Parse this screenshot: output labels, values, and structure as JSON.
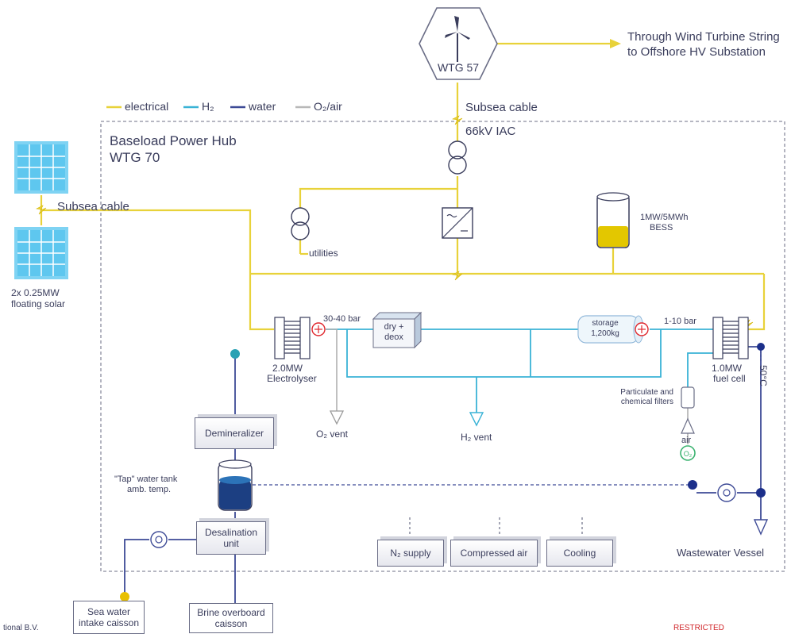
{
  "legend": {
    "electrical": "electrical",
    "h2": "H₂",
    "water": "water",
    "o2air": "O₂/air"
  },
  "colors": {
    "electrical": "#e8d23a",
    "h2": "#3ab3d6",
    "water": "#3d4a96",
    "o2air": "#b8b8b8",
    "text": "#3a3d5c"
  },
  "hub": {
    "title": "Baseload Power Hub",
    "subtitle": "WTG 70"
  },
  "turbine": {
    "name": "WTG 57",
    "destination_line1": "Through Wind Turbine String",
    "destination_line2": "to Offshore HV Substation",
    "cable_label": "Subsea cable",
    "voltage_label": "66kV IAC"
  },
  "solar": {
    "cable_label": "Subsea cable",
    "caption_line1": "2x 0.25MW",
    "caption_line2": "floating solar"
  },
  "utilities_label": "utilities",
  "bess": {
    "line1": "1MW/5MWh",
    "line2": "BESS"
  },
  "electrolyser": {
    "pressure": "30-40 bar",
    "line1": "2.0MW",
    "line2": "Electrolyser"
  },
  "dryer": {
    "line1": "dry +",
    "line2": "deox"
  },
  "storage": {
    "line1": "storage",
    "line2": "1,200kg"
  },
  "fuel_cell": {
    "pressure": "1-10 bar",
    "line1": "1.0MW",
    "line2": "fuel cell",
    "temperature": "50°C"
  },
  "filters": {
    "line1": "Particulate and",
    "line2": "chemical filters"
  },
  "air_label": "air",
  "o2_vent": "O₂ vent",
  "h2_vent": "H₂ vent",
  "demineralizer": "Demineralizer",
  "water_tank": {
    "line1": "\"Tap\" water tank",
    "line2": "amb. temp."
  },
  "desalination": {
    "line1": "Desalination",
    "line2": "unit"
  },
  "sea_water": {
    "line1": "Sea water",
    "line2": "intake caisson"
  },
  "brine": {
    "line1": "Brine overboard",
    "line2": "caisson"
  },
  "utilities_boxes": {
    "n2": "N₂ supply",
    "compressed_air": "Compressed air",
    "cooling": "Cooling"
  },
  "wastewater": "Wastewater Vessel",
  "footer": {
    "left": "tional B.V.",
    "right": "RESTRICTED"
  }
}
